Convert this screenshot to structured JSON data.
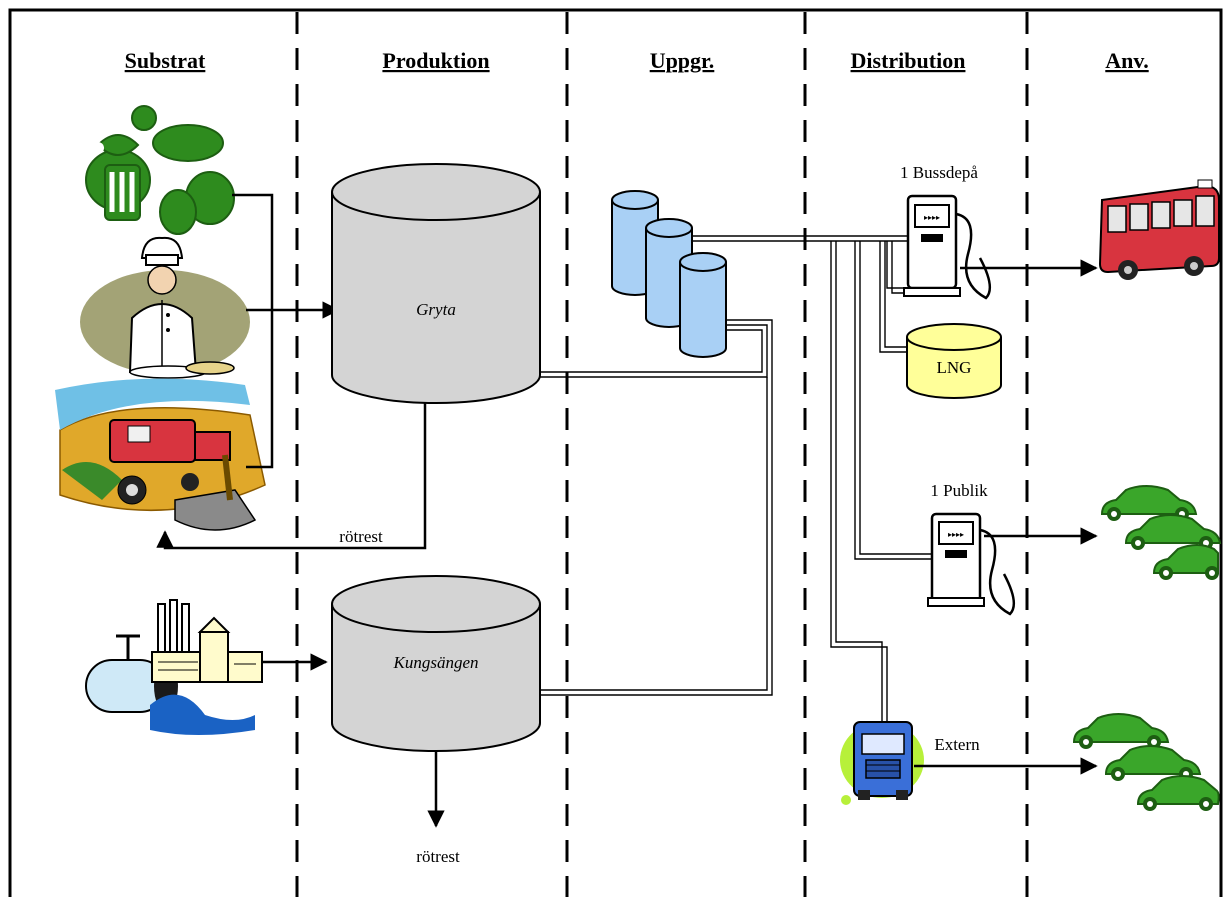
{
  "headers": {
    "substrat": "Substrat",
    "produktion": "Produktion",
    "uppgr": "Uppgr.",
    "distribution": "Distribution",
    "anv": "Anv."
  },
  "tanks": {
    "gryta": "Gryta",
    "kungsangen": "Kungsängen",
    "lng": "LNG"
  },
  "labels": {
    "rotrest_upper": "rötrest",
    "rotrest_lower": "rötrest",
    "bussdepa": "1 Bussdepå",
    "publik": "1 Publik",
    "extern": "Extern"
  },
  "colors": {
    "tank_gray": "#d4d4d4",
    "upgrade_blue": "#a9d0f5",
    "lng_yellow": "#ffff99",
    "food_green": "#2e8b1e",
    "car_green": "#3aa62a",
    "bus_red": "#d8343f",
    "truck_blue": "#3a6fd8",
    "truck_halo": "#b7f03a"
  },
  "icons": {
    "food_waste": "food-waste-icon",
    "chef": "chef-icon",
    "harvester": "harvester-icon",
    "industry": "industry-sewage-icon",
    "bus": "bus-icon",
    "fuel_pump": "fuel-pump-icon",
    "truck": "truck-icon",
    "car": "car-icon"
  }
}
